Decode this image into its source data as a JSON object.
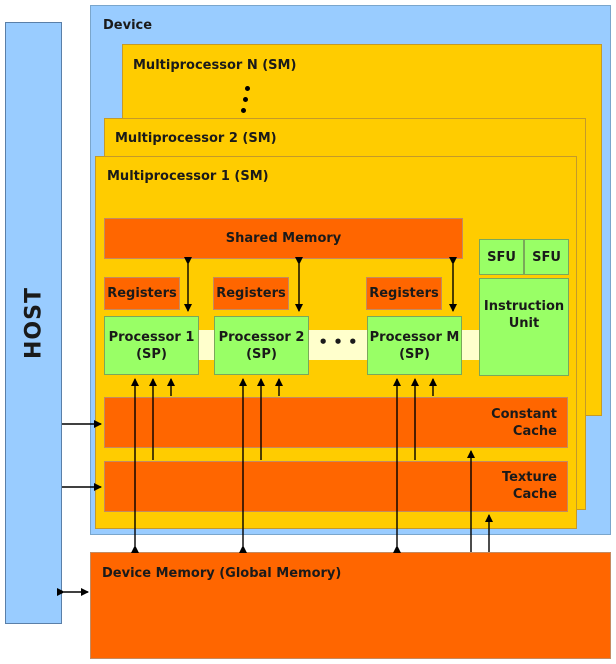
{
  "host": {
    "label": "HOST"
  },
  "device": {
    "label": "Device"
  },
  "multiprocessors": {
    "n_label": "Multiprocessor N  (SM)",
    "two_label": "Multiprocessor 2  (SM)",
    "one_label": "Multiprocessor 1  (SM)"
  },
  "shared_memory": "Shared Memory",
  "registers": [
    "Registers",
    "Registers",
    "Registers"
  ],
  "processors": [
    {
      "name": "Processor 1",
      "type": "(SP)"
    },
    {
      "name": "Processor 2",
      "type": "(SP)"
    },
    {
      "name": "Processor M",
      "type": "(SP)"
    }
  ],
  "ellipsis": "• • •",
  "sfu": [
    "SFU",
    "SFU"
  ],
  "instruction_unit": {
    "line1": "Instruction",
    "line2": "Unit"
  },
  "constant_cache": {
    "line1": "Constant",
    "line2": "Cache"
  },
  "texture_cache": {
    "line1": "Texture",
    "line2": "Cache"
  },
  "device_memory": "Device Memory  (Global Memory)"
}
